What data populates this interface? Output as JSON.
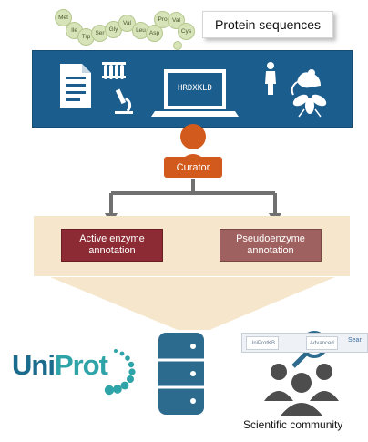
{
  "protein": {
    "label": "Protein sequences",
    "residues": [
      "Met",
      "Ile",
      "Trp",
      "Ser",
      "Gly",
      "Val",
      "Leu",
      "Asp",
      "Pro",
      "Val",
      "Cys"
    ]
  },
  "banner": {
    "sequence_text": "HRDXKLD"
  },
  "curator": {
    "label": "Curator"
  },
  "annotation": {
    "active": "Active enzyme annotation",
    "pseudo": "Pseudoenzyme annotation"
  },
  "uniprot": {
    "part1": "Uni",
    "part2": "Prot"
  },
  "search": {
    "db_chip": "UniProtKB",
    "advanced_chip": "Advanced",
    "search_text": "Sear"
  },
  "community": {
    "label": "Scientific community"
  },
  "colors": {
    "banner_blue": "#1b5d8d",
    "curator_orange": "#d35a1d",
    "beige": "#f6e6cb",
    "active_red": "#8c2b34",
    "pseudo_rose": "#9e615f",
    "uniprot_blue": "#1b6b8c",
    "uniprot_teal": "#2ea3a8",
    "database_blue": "#2d6b8e",
    "community_gray": "#4d4d4d"
  }
}
